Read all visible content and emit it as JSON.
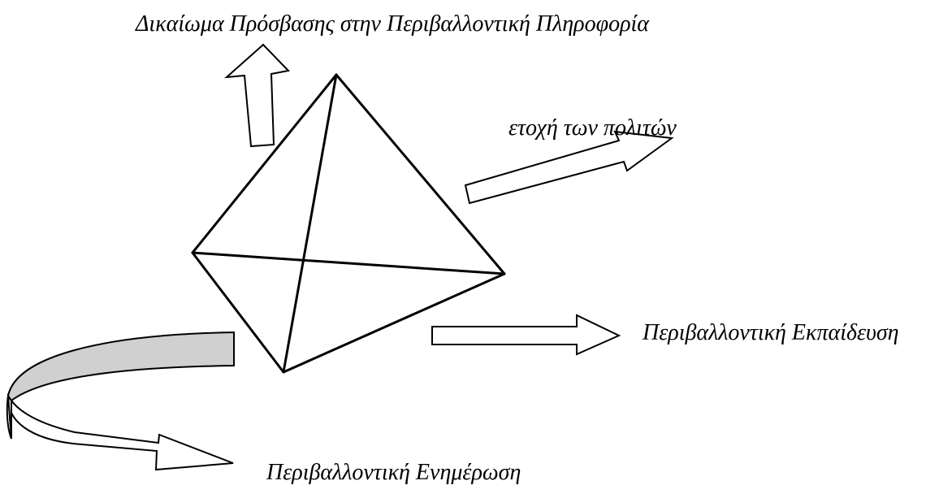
{
  "labels": {
    "information_access": "Δικαίωμα Πρόσβασης στην Περιβαλλοντική Πληροφορία",
    "participation": "ετοχή των πολιτών",
    "education": "Περιβαλλοντική Εκπαίδευση",
    "awareness": "Περιβαλλοντική Ενημέρωση"
  },
  "colors": {
    "line": "#000000",
    "arrow_fill": "#ffffff",
    "band_shaded": "#d0d0d0"
  }
}
